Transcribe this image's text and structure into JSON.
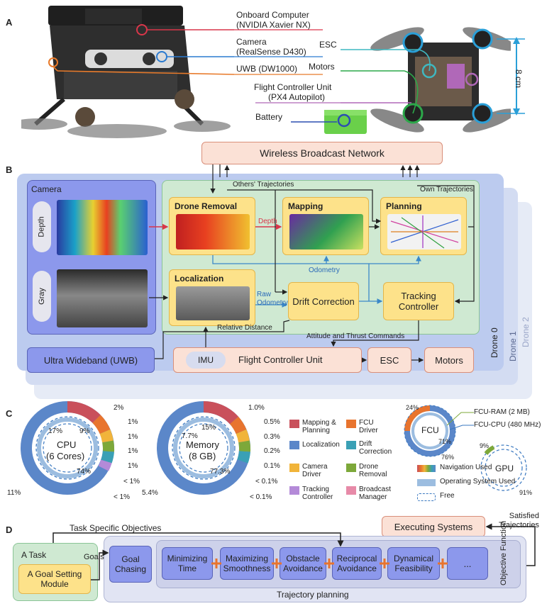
{
  "panel_a": {
    "label": "A",
    "callouts": [
      {
        "title": "Onboard Computer",
        "sub": "(NVIDIA Xavier NX)"
      },
      {
        "title": "Camera",
        "sub": "(RealSense D430)"
      },
      {
        "title": "UWB (DW1000)",
        "sub": ""
      },
      {
        "title": "ESC",
        "sub": ""
      },
      {
        "title": "Motors",
        "sub": ""
      },
      {
        "title": "Flight Controller Unit",
        "sub": "(PX4 Autopilot)"
      },
      {
        "title": "Battery",
        "sub": ""
      }
    ],
    "dimension": "8 cm"
  },
  "panel_b": {
    "label": "B",
    "wireless": "Wireless Broadcast Network",
    "camera": "Camera",
    "depth": "Depth",
    "gray": "Gray",
    "drone_removal": "Drone Removal",
    "mapping": "Mapping",
    "planning": "Planning",
    "localization": "Localization",
    "drift_correction": "Drift Correction",
    "tracking_controller": "Tracking Controller",
    "uwb": "Ultra Wideband (UWB)",
    "imu": "IMU",
    "fcu": "Flight Controller Unit",
    "esc": "ESC",
    "motors": "Motors",
    "others_traj": "Others' Trajectories",
    "own_traj": "Own Trajectories",
    "depth_arrow": "Depth",
    "odometry": "Odometry",
    "raw_odometry": "Raw Odometry",
    "relative_distance": "Relative Distance",
    "attitude": "Attitude and Thrust Commands",
    "drone0": "Drone 0",
    "drone1": "Drone 1",
    "drone2": "Drone 2"
  },
  "panel_c": {
    "label": "C",
    "cpu_title": "CPU",
    "cpu_sub": "(6 Cores)",
    "mem_title": "Memory",
    "mem_sub": "(8 GB)",
    "fcu": "FCU",
    "gpu": "GPU",
    "fcu_ram": "FCU-RAM (2 MB)",
    "fcu_cpu": "FCU-CPU (480 MHz)",
    "cpu_labels": [
      "2%",
      "1%",
      "1%",
      "1%",
      "1%",
      "< 1%",
      "< 1%",
      "11%",
      "17%",
      "9%",
      "74%"
    ],
    "mem_labels": [
      "1.0%",
      "0.5%",
      "0.3%",
      "0.2%",
      "0.1%",
      "< 0.1%",
      "< 0.1%",
      "5.4%",
      "7.7%",
      "15%",
      "77.3%"
    ],
    "fcu_labels": [
      "24%",
      "71%",
      "76%"
    ],
    "gpu_labels": [
      "9%",
      "91%"
    ],
    "legend": [
      {
        "label": "Mapping & Planning",
        "color": "#c9505b"
      },
      {
        "label": "FCU Driver",
        "color": "#e8742e"
      },
      {
        "label": "Localization",
        "color": "#5b87c9"
      },
      {
        "label": "Drift Correction",
        "color": "#3aa0b5"
      },
      {
        "label": "Camera Driver",
        "color": "#f1b43a"
      },
      {
        "label": "Drone Removal",
        "color": "#7da83a"
      },
      {
        "label": "Tracking Controller",
        "color": "#b48ad8"
      },
      {
        "label": "Broadcast Manager",
        "color": "#e78aa8"
      }
    ],
    "legend2": [
      {
        "label": "Navigation Used"
      },
      {
        "label": "Operating System Used"
      },
      {
        "label": "Free"
      }
    ]
  },
  "panel_d": {
    "label": "D",
    "task_objectives": "Task Specific Objectives",
    "a_task": "A Task",
    "goals": "Goals",
    "goal_module": "A Goal Setting Module",
    "goal_chasing": "Goal Chasing",
    "objectives": [
      "Minimizing Time",
      "Maximizing Smoothness",
      "Obstacle Avoidance",
      "Reciprocal Avoidance",
      "Dynamical Feasibility",
      "..."
    ],
    "objective_function": "Objective Function",
    "trajectory_planning": "Trajectory planning",
    "executing": "Executing Systems",
    "satisfied": "Satisfied Trajectories"
  }
}
